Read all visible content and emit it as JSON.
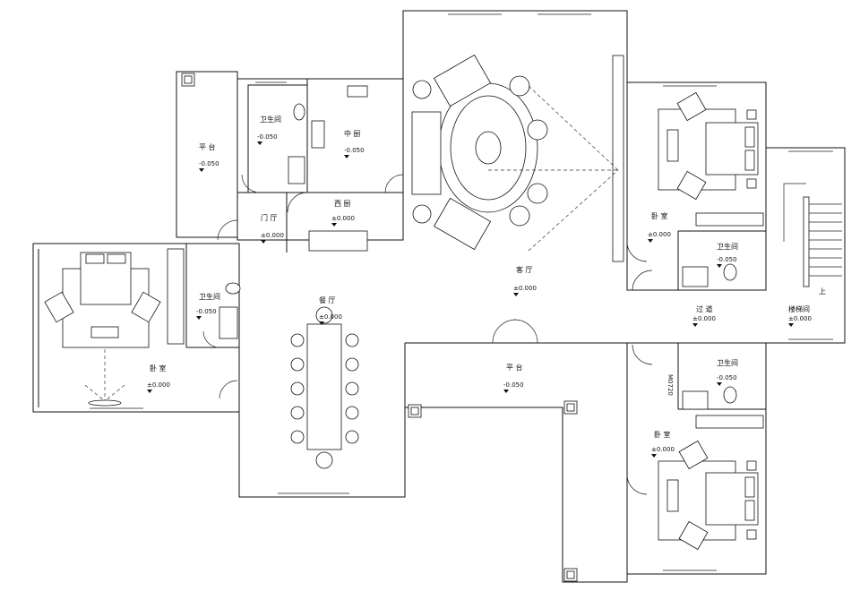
{
  "rooms": {
    "terrace_nw": {
      "name": "平 台",
      "elev": "-0.050"
    },
    "bath_north": {
      "name": "卫生间",
      "elev": "-0.050"
    },
    "kitchen_cn": {
      "name": "中 厨",
      "elev": "-0.050"
    },
    "kitchen_west": {
      "name": "西 厨",
      "elev": "±0.000"
    },
    "foyer": {
      "name": "门 厅",
      "elev": "±0.000"
    },
    "bath_west": {
      "name": "卫生间",
      "elev": "-0.050"
    },
    "bedroom_west": {
      "name": "卧 室",
      "elev": "±0.000"
    },
    "dining": {
      "name": "餐 厅",
      "elev": "±0.000"
    },
    "living": {
      "name": "客 厅",
      "elev": "±0.000"
    },
    "terrace_south": {
      "name": "平 台",
      "elev": "-0.050"
    },
    "bedroom_ne": {
      "name": "卧 室",
      "elev": "±0.000"
    },
    "bath_ne": {
      "name": "卫生间",
      "elev": "-0.050"
    },
    "corridor": {
      "name": "过 道",
      "elev": "±0.000"
    },
    "stair": {
      "name": "楼梯间",
      "elev": "±0.000",
      "up": "上"
    },
    "bath_se": {
      "name": "卫生间",
      "elev": "-0.050"
    },
    "bedroom_se": {
      "name": "卧 室",
      "elev": "±0.000"
    }
  },
  "door_code": "M0720"
}
